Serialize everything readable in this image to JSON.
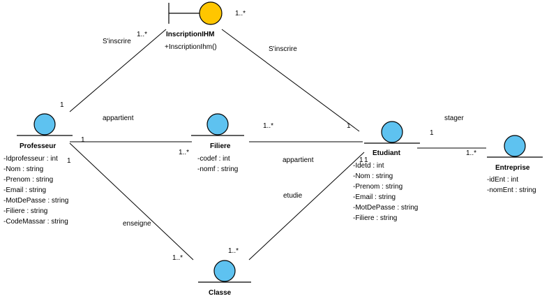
{
  "colors": {
    "entity": "#5ec2f0",
    "boundary": "#ffc600",
    "stroke": "#000000"
  },
  "classes": {
    "inscription": {
      "name": "InscriptionIHM",
      "icon": "boundary-icon",
      "methods": [
        "+InscriptionIhm()"
      ]
    },
    "professeur": {
      "name": "Professeur",
      "icon": "entity-icon",
      "attributes": [
        "-Idprofesseur : int",
        "-Nom : string",
        "-Prenom : string",
        "-Email : string",
        "-MotDePasse : string",
        "-Filiere : string",
        "-CodeMassar : string"
      ]
    },
    "filiere": {
      "name": "Filiere",
      "icon": "entity-icon",
      "attributes": [
        "-codef : int",
        "-nomf : string"
      ]
    },
    "etudiant": {
      "name": "Etudiant",
      "icon": "entity-icon",
      "attributes": [
        "-Idetd : int",
        "-Nom : string",
        "-Prenom : string",
        "-Email : string",
        "-MotDePasse : string",
        "-Filiere : string"
      ]
    },
    "entreprise": {
      "name": "Entreprise",
      "icon": "entity-icon",
      "attributes": [
        "-idEnt : int",
        "-nomEnt : string"
      ]
    },
    "classe": {
      "name": "Classe",
      "icon": "entity-icon",
      "attributes": []
    }
  },
  "associations": [
    {
      "name": "S'inscrire",
      "from": "professeur",
      "to": "inscription",
      "mult_from": "1",
      "mult_to": "1..*"
    },
    {
      "name": "S'inscrire",
      "from": "inscription",
      "to": "etudiant",
      "mult_from": "1..*",
      "mult_to": "1"
    },
    {
      "name": "appartient",
      "from": "professeur",
      "to": "filiere",
      "mult_from": "1",
      "mult_to": "1..*"
    },
    {
      "name": "appartient",
      "from": "filiere",
      "to": "etudiant",
      "mult_from": "1..*",
      "mult_to": "1"
    },
    {
      "name": "stager",
      "from": "etudiant",
      "to": "entreprise",
      "mult_from": "1",
      "mult_to": "1..*"
    },
    {
      "name": "enseigne",
      "from": "professeur",
      "to": "classe",
      "mult_from": "1",
      "mult_to": "1..*"
    },
    {
      "name": "etudie",
      "from": "classe",
      "to": "etudiant",
      "mult_from": "1..*",
      "mult_to": "1"
    }
  ]
}
